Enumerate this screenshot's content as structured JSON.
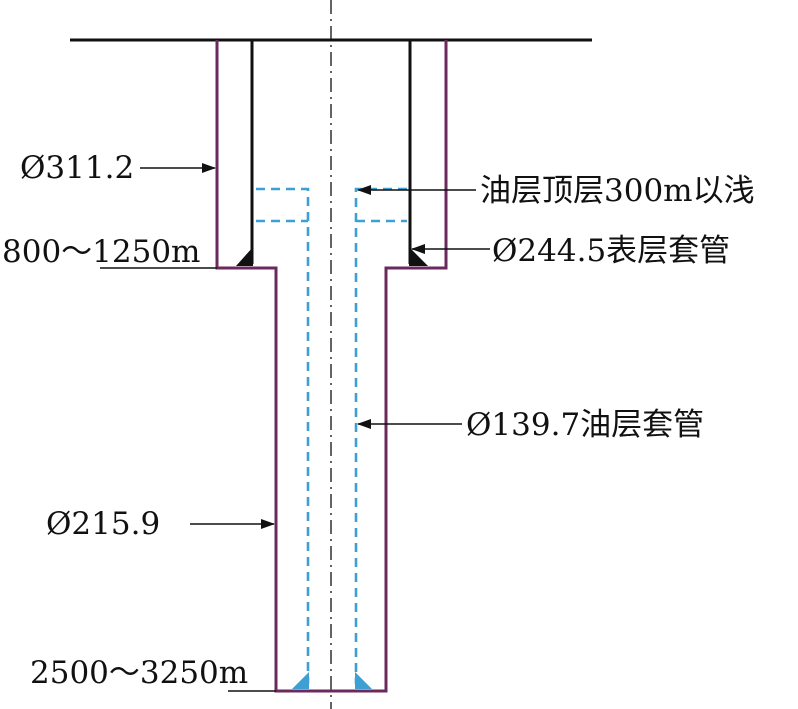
{
  "labels": {
    "hole_top_diameter": "Ø311.2",
    "surface_depth": "800～1250m",
    "hole_bottom_diameter": "Ø215.9",
    "total_depth": "2500～3250m",
    "reservoir_top": "油层顶层300m以浅",
    "surface_casing": "Ø244.5表层套管",
    "production_casing": "Ø139.7油层套管"
  },
  "colors": {
    "wellbore": "#6b2a5e",
    "surface_casing": "#111111",
    "production_casing": "#3d9fd3",
    "centerline": "#111111",
    "arrows": "#111111"
  }
}
